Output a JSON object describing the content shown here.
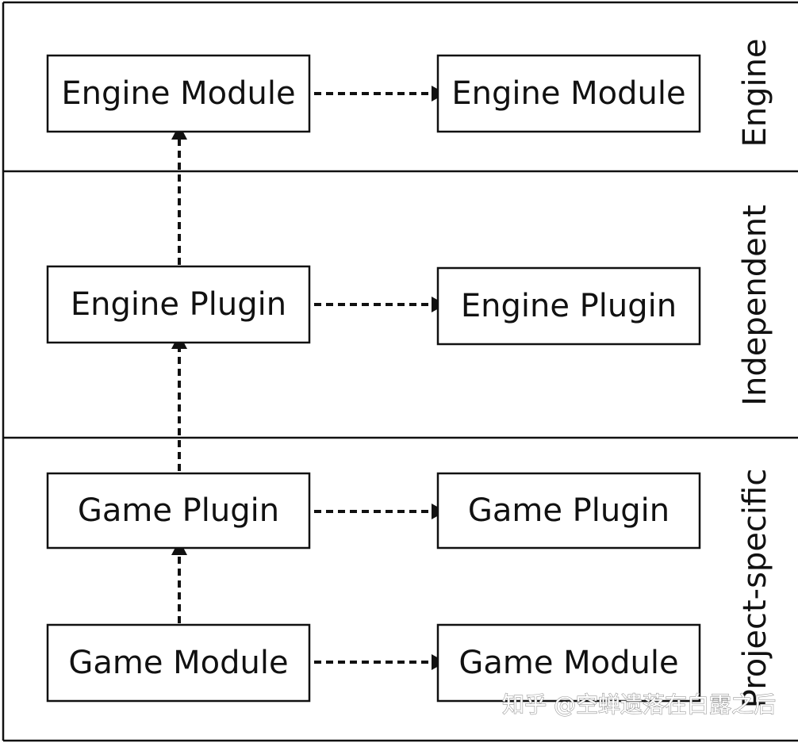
{
  "zones": [
    {
      "id": "engine",
      "label": "Engine"
    },
    {
      "id": "independent",
      "label": "Independent"
    },
    {
      "id": "project",
      "label": "Project-specific"
    }
  ],
  "boxes": {
    "engine_module_left": "Engine Module",
    "engine_module_right": "Engine Module",
    "engine_plugin_left": "Engine Plugin",
    "engine_plugin_right": "Engine Plugin",
    "game_plugin_left": "Game Plugin",
    "game_plugin_right": "Game Plugin",
    "game_module_left": "Game Module",
    "game_module_right": "Game Module"
  },
  "connections": [
    {
      "from": "engine_module_left",
      "to": "engine_module_right",
      "style": "dashed-arrow"
    },
    {
      "from": "engine_plugin_left",
      "to": "engine_plugin_right",
      "style": "dashed-arrow"
    },
    {
      "from": "game_plugin_left",
      "to": "game_plugin_right",
      "style": "dashed-arrow"
    },
    {
      "from": "game_module_left",
      "to": "game_module_right",
      "style": "dashed-arrow"
    },
    {
      "from": "engine_plugin_left",
      "to": "engine_module_left",
      "style": "dashed-arrow"
    },
    {
      "from": "game_plugin_left",
      "to": "engine_plugin_left",
      "style": "dashed-arrow"
    },
    {
      "from": "game_module_left",
      "to": "game_plugin_left",
      "style": "dashed-arrow"
    }
  ],
  "watermark": "知乎 @空蝉遗落在白露之后",
  "colors": {
    "stroke": "#111111",
    "background": "#ffffff",
    "watermark_outline": "#9a9a9a"
  }
}
